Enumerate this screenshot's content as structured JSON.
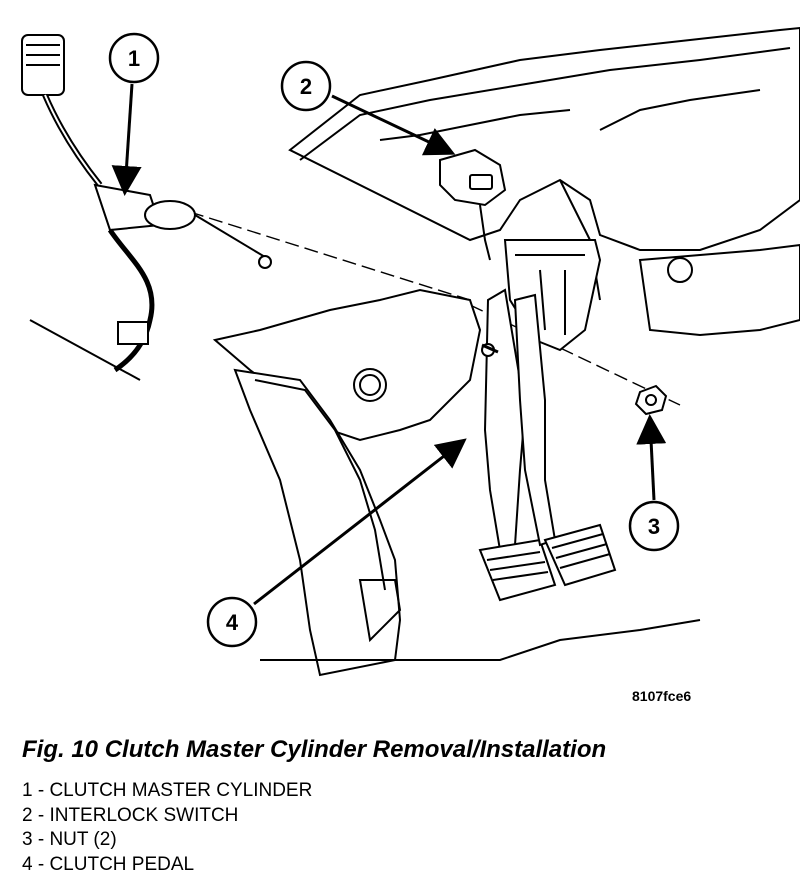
{
  "figure": {
    "drawing_id": "8107fce6",
    "title": "Fig. 10 Clutch Master Cylinder Removal/Installation",
    "callouts": [
      {
        "number": "1",
        "label": "1 - CLUTCH MASTER CYLINDER"
      },
      {
        "number": "2",
        "label": "2 - INTERLOCK SWITCH"
      },
      {
        "number": "3",
        "label": "3 - NUT (2)"
      },
      {
        "number": "4",
        "label": "4 - CLUTCH PEDAL"
      }
    ]
  }
}
